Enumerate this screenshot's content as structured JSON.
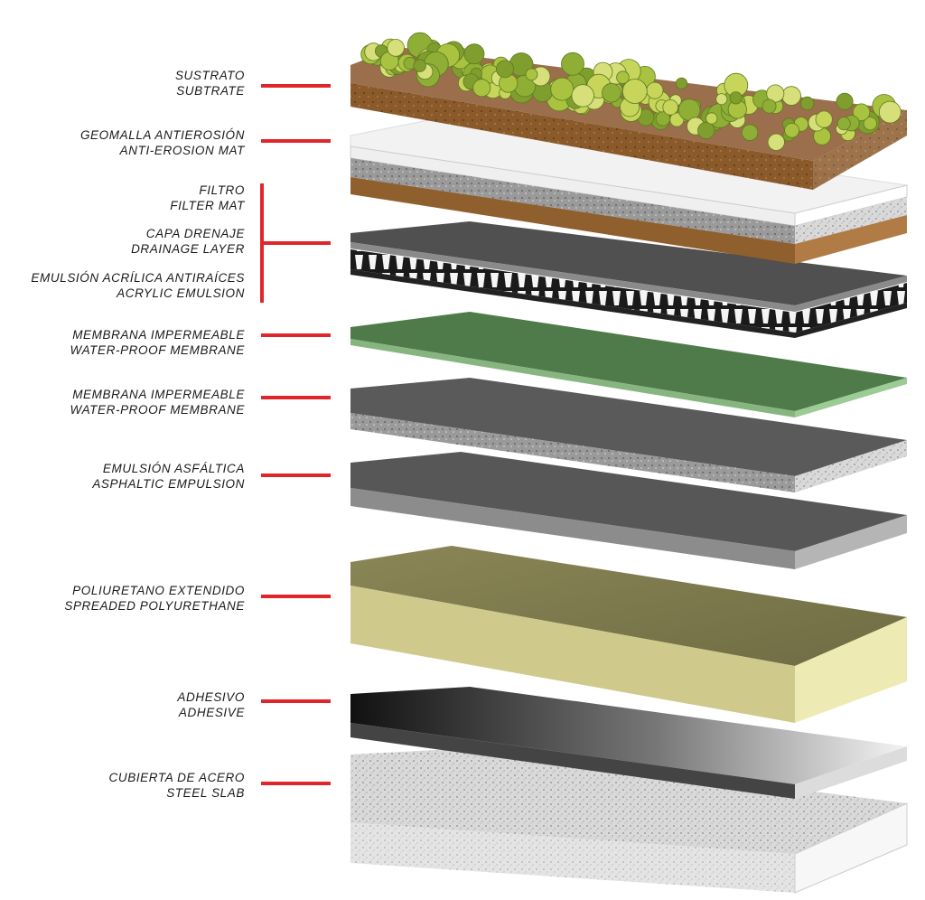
{
  "labels": [
    {
      "es": "SUSTRATO",
      "en": "SUBTRATE"
    },
    {
      "es": "GEOMALLA ANTIEROSIÓN",
      "en": "ANTI-EROSION MAT"
    },
    {
      "es": "FILTRO",
      "en": "FILTER MAT"
    },
    {
      "es": "CAPA DRENAJE",
      "en": "DRAINAGE LAYER"
    },
    {
      "es": "EMULSIÓN ACRÍLICA ANTIRAÍCES",
      "en": "ACRYLIC EMULSION"
    },
    {
      "es": "MEMBRANA IMPERMEABLE",
      "en": "WATER-PROOF MEMBRANE"
    },
    {
      "es": "MEMBRANA IMPERMEABLE",
      "en": "WATER-PROOF MEMBRANE"
    },
    {
      "es": "EMULSIÓN ASFÁLTICA",
      "en": "ASPHALTIC EMPULSION"
    },
    {
      "es": "POLIURETANO EXTENDIDO",
      "en": "SPREADED POLYURETHANE"
    },
    {
      "es": "ADHESIVO",
      "en": "ADHESIVE"
    },
    {
      "es": "CUBIERTA DE ACERO",
      "en": "STEEL SLAB"
    }
  ],
  "colors": {
    "leader": "#e0262a",
    "substrate": "#8a5a2b",
    "plants": "#a9c23f",
    "filter": "#f2f2f2",
    "green_membrane": "#4f7a4a",
    "dark_membrane": "#5a5a5a",
    "polyurethane": "#e9e5a6",
    "adhesive": "#222222",
    "steel": "#e6e6e6"
  }
}
